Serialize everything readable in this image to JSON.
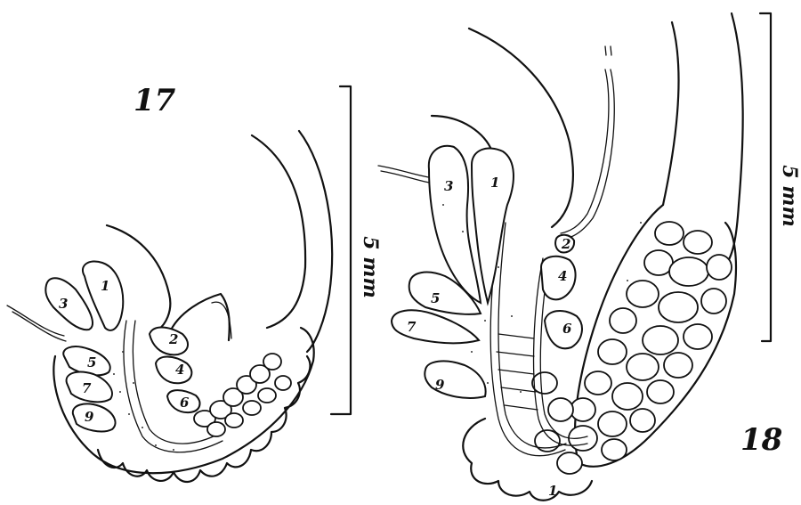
{
  "figure_17": {
    "number": "17",
    "scale_label": "5 mm",
    "lobe_numbers": [
      "1",
      "2",
      "3",
      "4",
      "5",
      "6",
      "7",
      "9"
    ]
  },
  "figure_18": {
    "number": "18",
    "scale_label": "5 mm",
    "lobe_numbers": [
      "1",
      "2",
      "3",
      "4",
      "5",
      "6",
      "7",
      "9",
      "1"
    ]
  }
}
